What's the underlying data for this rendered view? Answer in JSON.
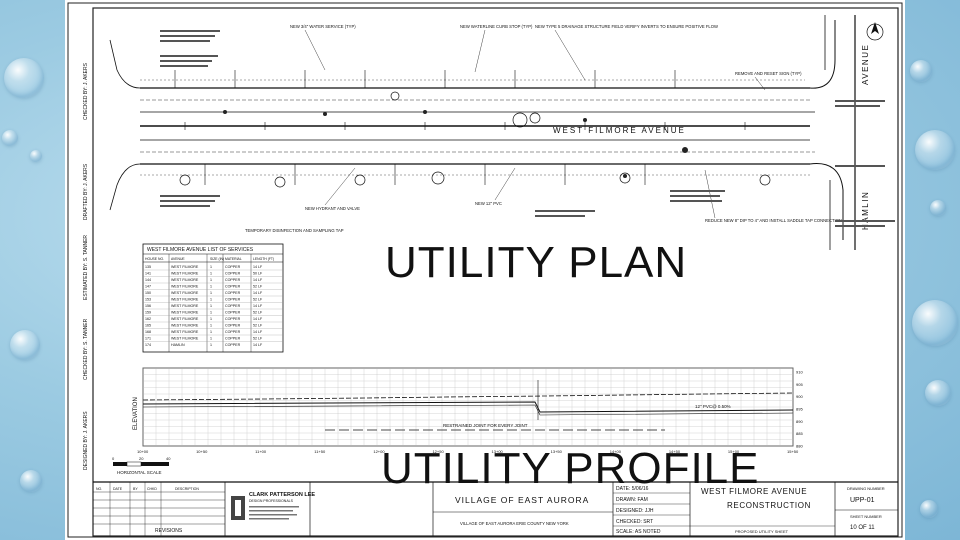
{
  "slide": {
    "title_plan": "UTILITY PLAN",
    "title_profile": "UTILITY PROFILE"
  },
  "plan": {
    "street_top": "WEST FILMORE AVENUE",
    "street_right": "AVENUE",
    "street_bottom_right": "HAMLIN",
    "notes": {
      "water_service": "NEW 3/4\" WATER SERVICE (TYP)",
      "curb_stop": "NEW WATERLINE CURB STOP (TYP)",
      "drainage": "NEW TYPE 5 DRAINAGE STRUCTURE FIELD VERIFY INVERTS TO ENSURE POSITIVE FLOW",
      "remove_sign": "REMOVE AND RESET SIGN (TYP)",
      "hydrant": "NEW HYDRANT AND VALVE",
      "disinfection": "TEMPORARY DISINFECTION AND SAMPLING TAP",
      "pvc": "NEW 12\" PVC",
      "connection": "REDUCE NEW 8\" DIP TO 4\" AND INSTALL SADDLE TAP CONNECTION"
    }
  },
  "services_table": {
    "title": "WEST FILMORE AVENUE LIST OF SERVICES",
    "headers": [
      "HOUSE NO.",
      "AVENUE",
      "SIZE (IN)",
      "MATERIAL",
      "LENGTH (FT)"
    ],
    "rows": [
      [
        "135",
        "WEST FILMORE",
        "1",
        "COPPER",
        "14 LF"
      ],
      [
        "141",
        "WEST FILMORE",
        "1",
        "COPPER",
        "50 LF"
      ],
      [
        "144",
        "WEST FILMORE",
        "1",
        "COPPER",
        "14 LF"
      ],
      [
        "147",
        "WEST FILMORE",
        "1",
        "COPPER",
        "52 LF"
      ],
      [
        "150",
        "WEST FILMORE",
        "1",
        "COPPER",
        "14 LF"
      ],
      [
        "153",
        "WEST FILMORE",
        "1",
        "COPPER",
        "52 LF"
      ],
      [
        "156",
        "WEST FILMORE",
        "1",
        "COPPER",
        "14 LF"
      ],
      [
        "159",
        "WEST FILMORE",
        "1",
        "COPPER",
        "52 LF"
      ],
      [
        "162",
        "WEST FILMORE",
        "1",
        "COPPER",
        "14 LF"
      ],
      [
        "165",
        "WEST FILMORE",
        "1",
        "COPPER",
        "52 LF"
      ],
      [
        "168",
        "WEST FILMORE",
        "1",
        "COPPER",
        "14 LF"
      ],
      [
        "171",
        "WEST FILMORE",
        "1",
        "COPPER",
        "52 LF"
      ],
      [
        "174",
        "HAMLIN",
        "1",
        "COPPER",
        "14 LF"
      ]
    ]
  },
  "profile": {
    "elevation_label": "ELEVATION",
    "stations": [
      "10+00",
      "10+50",
      "11+00",
      "11+50",
      "12+00",
      "12+50",
      "13+00",
      "13+50",
      "14+00",
      "14+50",
      "15+00",
      "15+50"
    ],
    "elevations": [
      "910",
      "905",
      "900",
      "895",
      "890",
      "885",
      "880"
    ],
    "restrained_joint": "RESTRAINED JOINT FOR EVERY JOINT",
    "pvc_note": "12\" PVC@ 0.50%"
  },
  "scale": {
    "label": "HORIZONTAL SCALE",
    "ticks": [
      "0",
      "20",
      "40"
    ]
  },
  "title_block": {
    "firm": "CLARK PATTERSON LEE",
    "firm_sub": "DESIGN PROFESSIONALS",
    "village": "VILLAGE OF EAST AURORA",
    "county_line": "VILLAGE OF EAST AURORA    ERIE COUNTY    NEW YORK",
    "date": "DATE: 5/06/16",
    "drawn": "DRAWN: FAM",
    "designed": "DESIGNED: JJH",
    "checked": "CHECKED: SRT",
    "scale": "SCALE: AS NOTED",
    "project_title": "WEST FILMORE AVENUE",
    "project_sub": "RECONSTRUCTION",
    "sheet_desc": "PROPOSED UTILITY SHEET",
    "drawing_number_label": "DRAWING NUMBER",
    "drawing_number": "UPP-01",
    "sheet_number_label": "SHEET NUMBER",
    "sheet_number": "10 OF 11",
    "revisions": "REVISIONS",
    "rev_headers": [
      "NO.",
      "DATE",
      "BY",
      "CHKD",
      "DESCRIPTION"
    ]
  },
  "side_stamps": [
    "CHECKED BY: J. AKERS",
    "DRAFTED BY: J. AKERS",
    "ESTIMATED BY: S. TANNER",
    "CHECKED BY: S. TANNER",
    "DESIGNED BY: J. AKERS"
  ]
}
